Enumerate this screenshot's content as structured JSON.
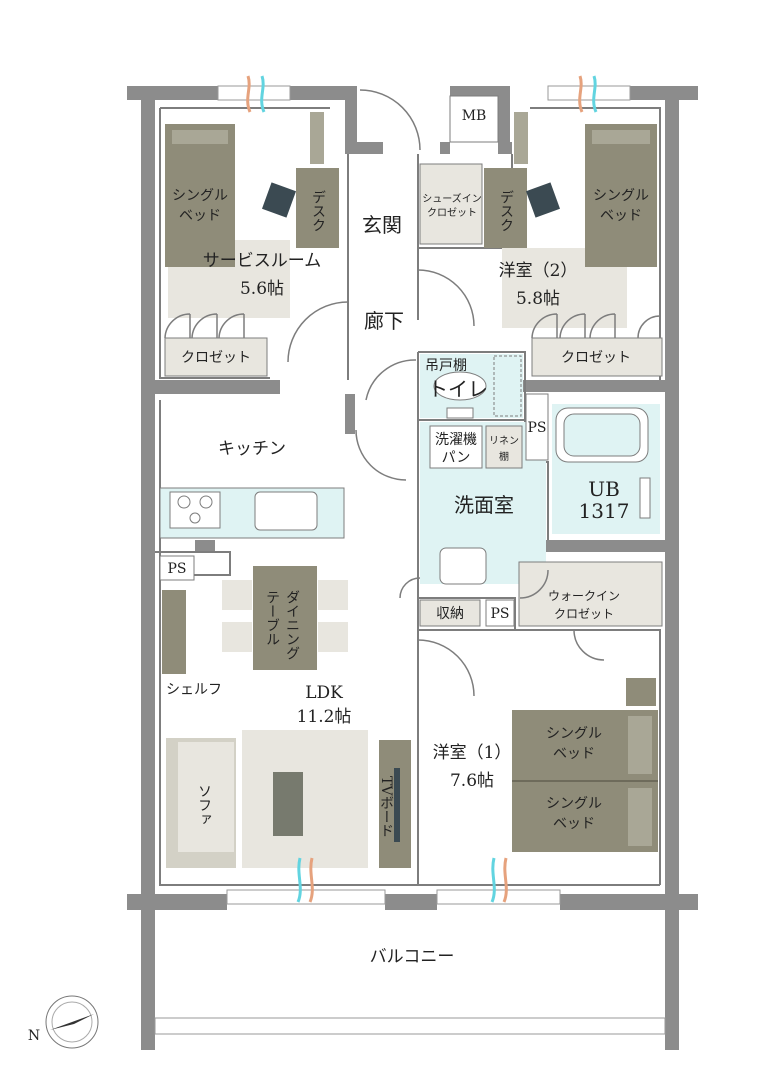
{
  "rooms": {
    "service_room": {
      "name": "サービスルーム",
      "size": "5.6帖"
    },
    "western2": {
      "name": "洋室（2）",
      "size": "5.8帖"
    },
    "western1": {
      "name": "洋室（1）",
      "size": "7.6帖"
    },
    "ldk": {
      "name": "LDK",
      "size": "11.2帖"
    },
    "entrance": "玄関",
    "corridor": "廊下",
    "toilet": "トイレ",
    "washroom": "洗面室",
    "ub": {
      "name": "UB",
      "code": "1317"
    },
    "kitchen": "キッチン",
    "balcony": "バルコニー"
  },
  "fixtures": {
    "single_bed": [
      "シングル",
      "ベッド"
    ],
    "desk": "デスク",
    "closet": "クロゼット",
    "shoes_closet": [
      "シューズイン",
      "クロゼット"
    ],
    "mb": "MB",
    "hanging_shelf": "吊戸棚",
    "washing_pan": [
      "洗濯機",
      "パン"
    ],
    "linen_shelf": [
      "リネン",
      "棚"
    ],
    "ps": "PS",
    "storage": "収納",
    "walkin_closet": [
      "ウォークイン",
      "クロゼット"
    ],
    "dining_table": [
      "ダイニング",
      "テーブル"
    ],
    "shelf": "シェルフ",
    "sofa": "ソファ",
    "tv_board": "TVボード"
  },
  "compass": {
    "north": "N"
  },
  "colors": {
    "wall": "#8c8c8c",
    "furniture": "#8f8c79",
    "water_area": "#dff3f3",
    "floor_tint": "#e8e6df",
    "chair": "#3b4a52"
  }
}
